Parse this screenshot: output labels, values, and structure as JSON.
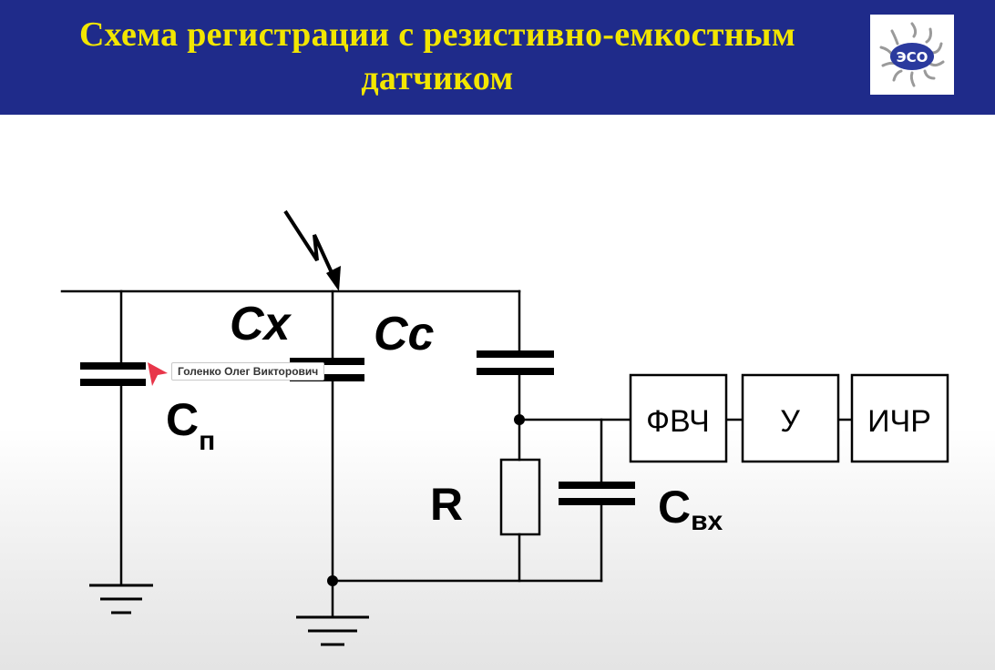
{
  "header": {
    "title_line1": "Схема регистрации с резистивно-емкостным",
    "title_line2": "датчиком",
    "background": "#1f2b8a",
    "title_color": "#f2e600",
    "logo_text": "ЭСО"
  },
  "diagram": {
    "labels": {
      "cx": "Cx",
      "cc": "Cc",
      "cp_main": "C",
      "cp_sub": "п",
      "r": "R",
      "cin_main": "C",
      "cin_sub": "вх"
    },
    "blocks": [
      "ФВЧ",
      "У",
      "ИЧР"
    ]
  },
  "cursor": {
    "name": "Голенко Олег Викторович",
    "color": "#e8364a"
  }
}
